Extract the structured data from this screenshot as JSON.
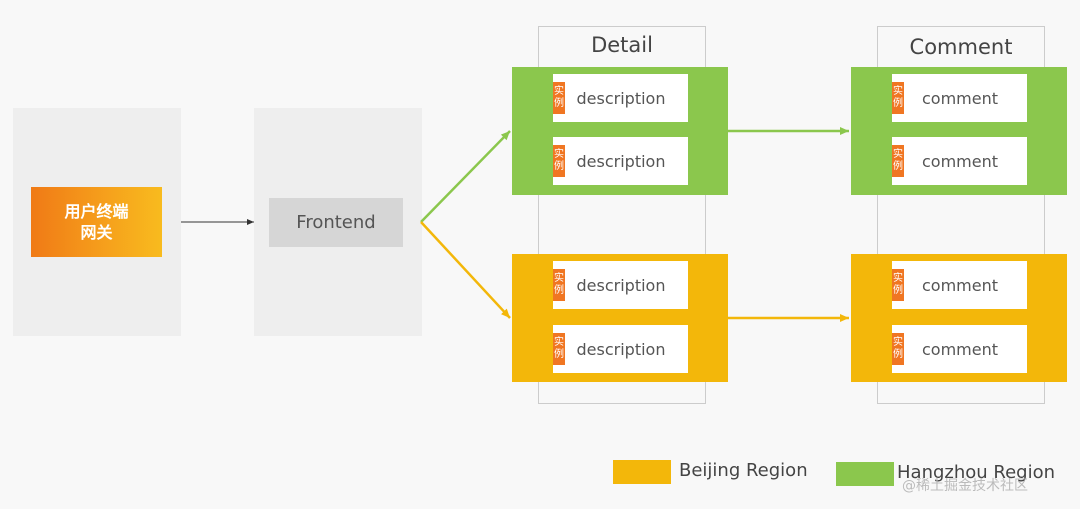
{
  "gateway": {
    "line1": "用户终端",
    "line2": "网关"
  },
  "frontend": {
    "label": "Frontend"
  },
  "columns": {
    "detail": {
      "title": "Detail",
      "cards": [
        {
          "badge": "实例",
          "label": "description"
        },
        {
          "badge": "实例",
          "label": "description"
        },
        {
          "badge": "实例",
          "label": "description"
        },
        {
          "badge": "实例",
          "label": "description"
        }
      ]
    },
    "comment": {
      "title": "Comment",
      "cards": [
        {
          "badge": "实例",
          "label": "comment"
        },
        {
          "badge": "实例",
          "label": "comment"
        },
        {
          "badge": "实例",
          "label": "comment"
        },
        {
          "badge": "实例",
          "label": "comment"
        }
      ]
    }
  },
  "legend": {
    "beijing": {
      "label": "Beijing Region",
      "color": "#f3b70a"
    },
    "hangzhou": {
      "label": "Hangzhou Region",
      "color": "#8bc74d"
    }
  },
  "watermark": "@稀土掘金技术社区",
  "colors": {
    "gateway_start": "#f07a16",
    "gateway_end": "#f8bb1e",
    "green_band": "#8bc74d",
    "yellow_band": "#f3b70a",
    "instance_badge": "#f07622",
    "edge_green": "#8bc74d",
    "edge_yellow": "#f3b70a",
    "edge_black": "#333333"
  }
}
